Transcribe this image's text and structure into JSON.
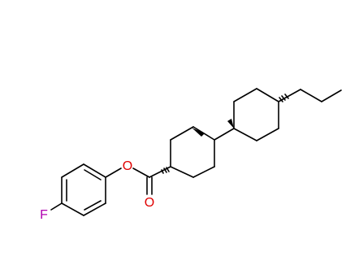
{
  "molecule": {
    "atoms": {
      "fluorine": {
        "symbol": "F",
        "color": "#b000b0"
      },
      "ester_oxygen": {
        "symbol": "O",
        "color": "#e00000"
      },
      "carbonyl_oxygen": {
        "symbol": "O",
        "color": "#e00000"
      }
    },
    "bond_color": "#000000"
  }
}
